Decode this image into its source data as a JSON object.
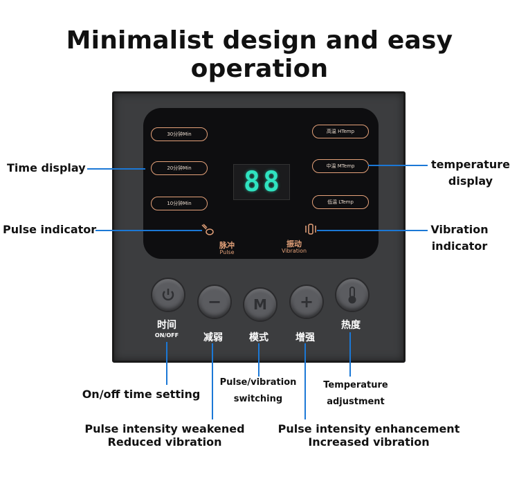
{
  "title": "Minimalist design and easy operation",
  "time_pills": [
    "30分钟Min",
    "20分钟Min",
    "10分钟Min"
  ],
  "temp_pills": [
    "高温 HTemp",
    "中温 MTemp",
    "低温 LTemp"
  ],
  "display_digits": [
    "8",
    "8"
  ],
  "indicators": {
    "pulse": {
      "cn": "脉冲",
      "en": "Pulse"
    },
    "vibration": {
      "cn": "振动",
      "en": "Vibration"
    }
  },
  "buttons": {
    "power": {
      "cn": "时间",
      "en": "ON/OFF"
    },
    "minus": {
      "cn": "减弱",
      "glyph": "−"
    },
    "mode": {
      "cn": "模式",
      "glyph": "M"
    },
    "plus": {
      "cn": "增强",
      "glyph": "+"
    },
    "heat": {
      "cn": "热度"
    }
  },
  "annotations": {
    "time_display": "Time display",
    "temperature_display_1": "temperature",
    "temperature_display_2": "display",
    "pulse_indicator": "Pulse indicator",
    "vibration_indicator_1": "Vibration",
    "vibration_indicator_2": "indicator",
    "onoff": "On/off time setting",
    "mode_1": "Pulse/vibration",
    "mode_2": "switching",
    "temp_adjust_1": "Temperature",
    "temp_adjust_2": "adjustment",
    "weaken_1": "Pulse intensity weakened",
    "weaken_2": "Reduced vibration",
    "enhance_1": "Pulse intensity enhancement",
    "enhance_2": "Increased vibration"
  },
  "colors": {
    "accent_line": "#1b78d6",
    "indicator_orange": "#e5a27a",
    "digit_cyan": "#2fe3c0"
  }
}
